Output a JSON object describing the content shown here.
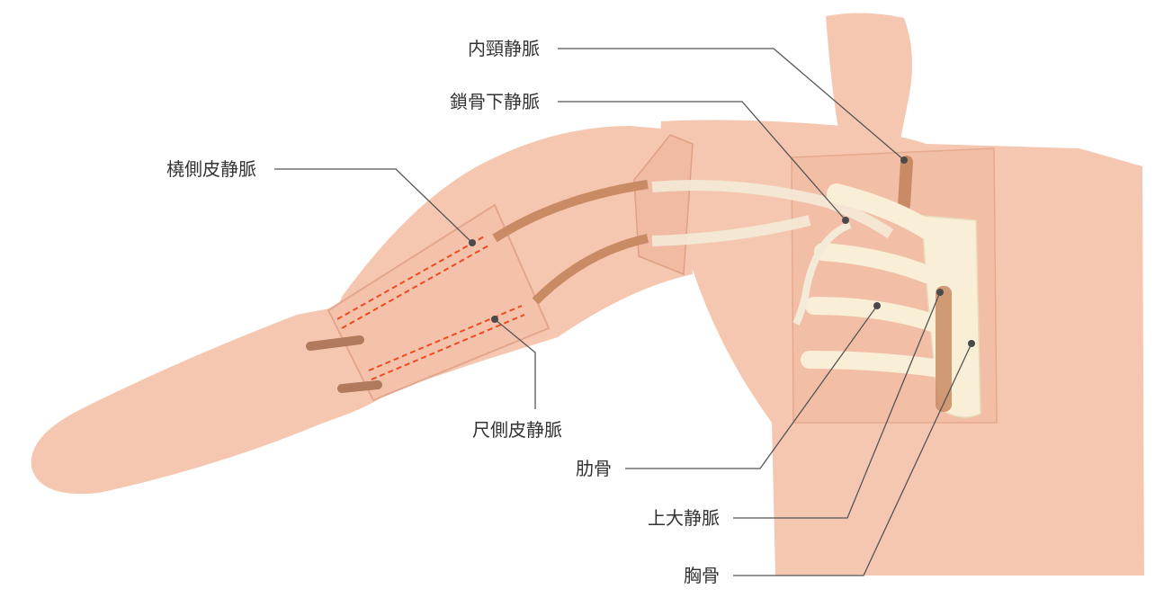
{
  "labels": {
    "internal_jugular_vein": "内頸静脈",
    "subclavian_vein": "鎖骨下静脈",
    "cephalic_vein": "橈側皮静脈",
    "basilic_vein": "尺側皮静脈",
    "rib": "肋骨",
    "superior_vena_cava": "上大静脈",
    "sternum": "胸骨"
  },
  "colors": {
    "skin": "#f6c7b0",
    "skin_shade": "#eab29a",
    "bone": "#f8efd6",
    "vessel": "#c98b64",
    "dashed_vein": "#ee4a1f",
    "leader": "#555555"
  }
}
